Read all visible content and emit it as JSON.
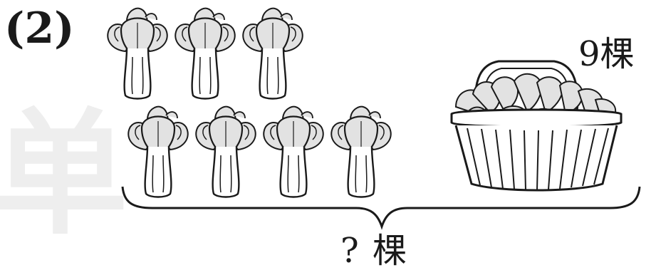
{
  "watermark_text": "单",
  "problem_number": "(2)",
  "loose_cabbages": {
    "top_row_count": 3,
    "bottom_row_count": 4
  },
  "basket": {
    "count_label": "9棵"
  },
  "total": {
    "label": "? 棵"
  },
  "colors": {
    "ink": "#1a1a1a",
    "leaf_fill": "#e2e2e2",
    "watermark": "#eeeeee"
  }
}
